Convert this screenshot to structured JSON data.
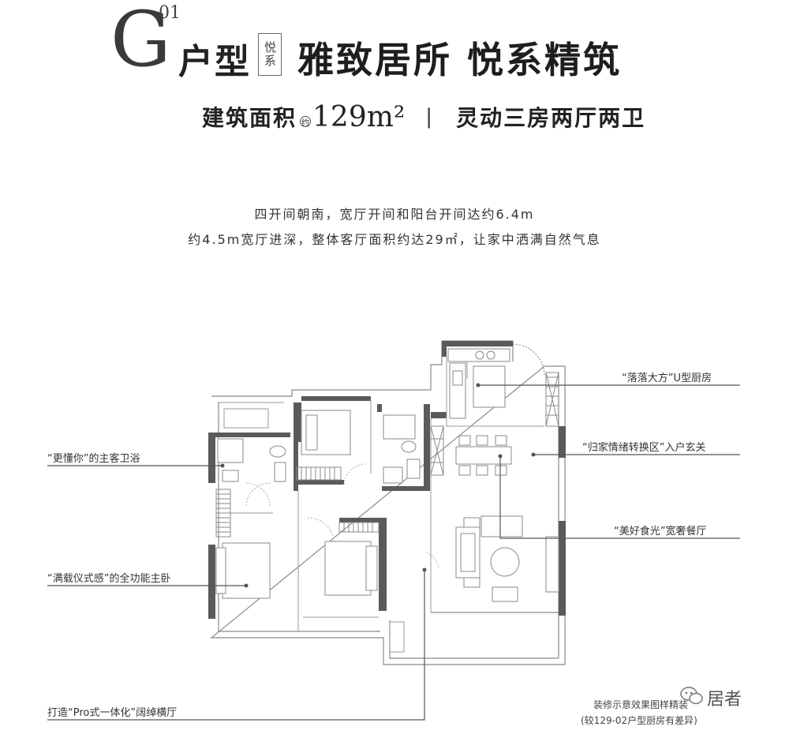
{
  "header": {
    "letter": "G",
    "number": "01",
    "type_label": "户型",
    "badge": "悦系",
    "slogan": "雅致居所 悦系精筑"
  },
  "subtitle": {
    "area_label": "建筑面积",
    "approx": "约",
    "area_value": "129m²",
    "separator": "|",
    "layout": "灵动三房两厅两卫"
  },
  "description": {
    "line1": "四开间朝南，宽厅开间和阳台开间达约6.4m",
    "line2": "约4.5m宽厅进深，整体客厅面积约达29㎡，让家中洒满自然气息"
  },
  "annotations": {
    "kitchen": "“落落大方”U型厨房",
    "entry": "“归家情绪转换区”入户玄关",
    "dining": "“美好食光”宽奢餐厅",
    "bath": "“更懂你”的主客卫浴",
    "master": "“满载仪式感”的全功能主卧",
    "living": "打造“Pro式一体化”阔绰横厅"
  },
  "footer": {
    "line1": "装修示意效果图样精装",
    "line2": "(较129-02户型厨房有差异)"
  },
  "watermark": {
    "icon": "wechat-icon",
    "text": "居者"
  },
  "colors": {
    "wall": "#5a5a5a",
    "line": "#8a8a8a",
    "thin": "#b5b5b5",
    "leader": "#555555"
  }
}
